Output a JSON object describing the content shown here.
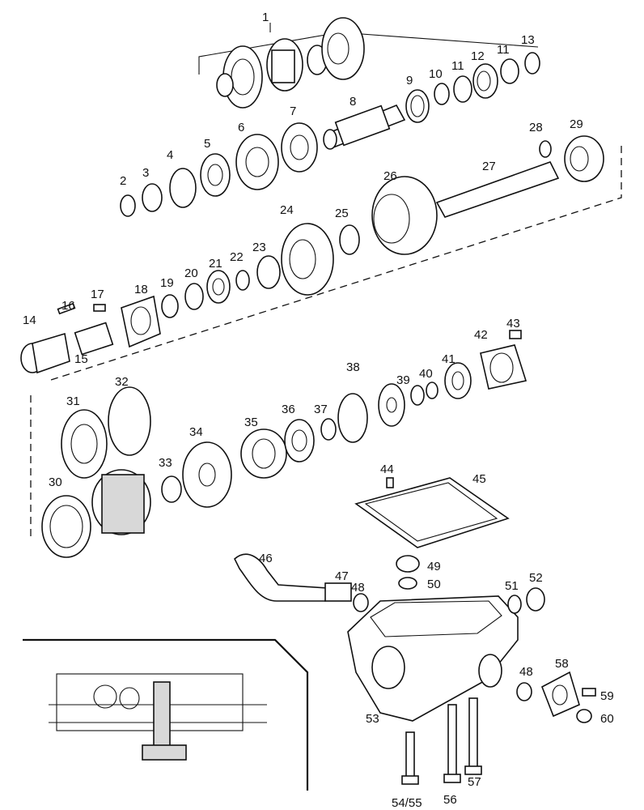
{
  "labels": {
    "l1": "1",
    "l2": "2",
    "l3": "3",
    "l4": "4",
    "l5": "5",
    "l6": "6",
    "l7": "7",
    "l8": "8",
    "l9": "9",
    "l10": "10",
    "l11a": "11",
    "l11b": "11",
    "l12": "12",
    "l13": "13",
    "l14": "14",
    "l15": "15",
    "l16": "16",
    "l17": "17",
    "l18": "18",
    "l19": "19",
    "l20": "20",
    "l21": "21",
    "l22": "22",
    "l23": "23",
    "l24": "24",
    "l25": "25",
    "l26": "26",
    "l27": "27",
    "l28": "28",
    "l29": "29",
    "l30": "30",
    "l31": "31",
    "l32": "32",
    "l33": "33",
    "l34": "34",
    "l35": "35",
    "l36": "36",
    "l37": "37",
    "l38": "38",
    "l39": "39",
    "l40": "40",
    "l41": "41",
    "l42": "42",
    "l43": "43",
    "l44": "44",
    "l45": "45",
    "l46": "46",
    "l47": "47",
    "l48a": "48",
    "l48b": "48",
    "l49": "49",
    "l50": "50",
    "l51": "51",
    "l52": "52",
    "l53": "53",
    "l54": "54/55",
    "l56": "56",
    "l57": "57",
    "l58": "58",
    "l59": "59",
    "l60": "60"
  },
  "colors": {
    "ink": "#111111",
    "paper": "#ffffff",
    "shade": "#d8d8d8"
  }
}
